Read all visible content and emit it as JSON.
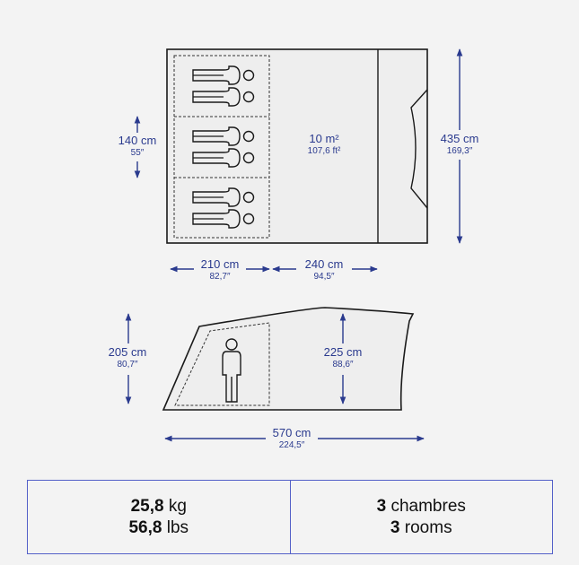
{
  "top_view": {
    "depth_left": {
      "cm": "140 cm",
      "in": "55″"
    },
    "depth_total": {
      "cm": "435 cm",
      "in": "169,3″"
    },
    "width_bedroom": {
      "cm": "210 cm",
      "in": "82,7″"
    },
    "width_living": {
      "cm": "240 cm",
      "in": "94,5″"
    },
    "area": {
      "m2": "10 m²",
      "ft2": "107,6 ft²"
    }
  },
  "side_view": {
    "height_bedroom": {
      "cm": "205 cm",
      "in": "80,7″"
    },
    "height_max": {
      "cm": "225 cm",
      "in": "88,6″"
    },
    "length_total": {
      "cm": "570 cm",
      "in": "224,5″"
    }
  },
  "specs": {
    "weight": {
      "kg_value": "25,8",
      "kg_unit": "kg",
      "lbs_value": "56,8",
      "lbs_unit": "lbs"
    },
    "rooms": {
      "fr_value": "3",
      "fr_unit": "chambres",
      "en_value": "3",
      "en_unit": "rooms"
    }
  },
  "colors": {
    "accent": "#2a3a8e",
    "line": "#1a1a1a",
    "border": "#5360c8"
  }
}
